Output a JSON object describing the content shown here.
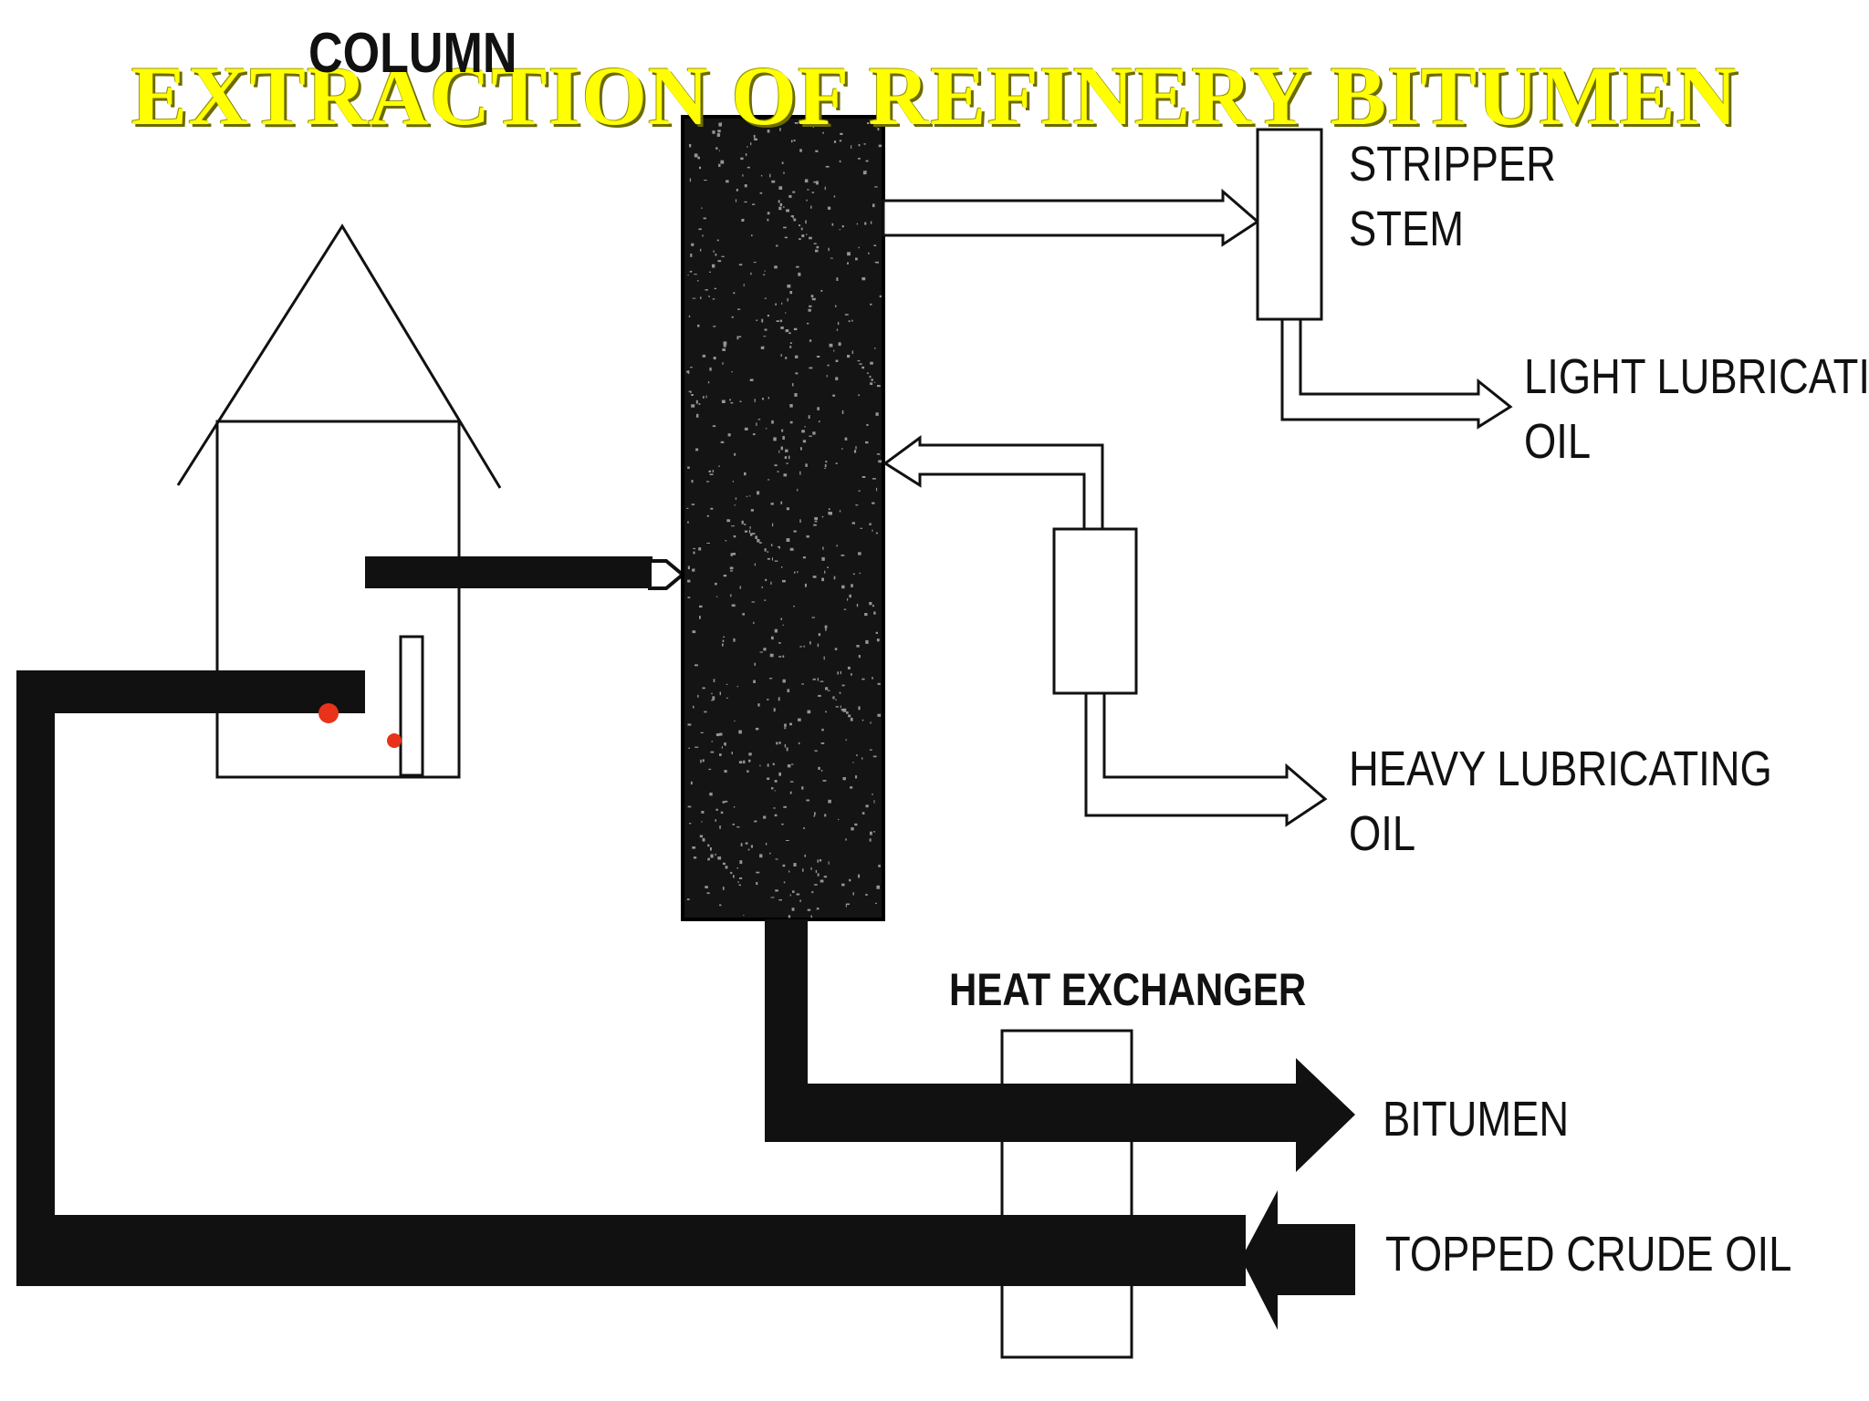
{
  "title": "EXTRACTION OF REFINERY BITUMEN",
  "labels": {
    "column": "COLUMN",
    "stripper_stem": [
      "STRIPPER",
      "STEM"
    ],
    "light_oil": [
      "LIGHT LUBRICATING",
      "OIL"
    ],
    "heavy_oil": [
      "HEAVY LUBRICATING",
      "OIL"
    ],
    "heat_exchanger": "HEAT EXCHANGER",
    "bitumen": "BITUMEN",
    "topped_crude": "TOPPED CRUDE OIL"
  },
  "colors": {
    "title": "#ffff00",
    "ink": "#111111",
    "marker": "#e8331a"
  }
}
